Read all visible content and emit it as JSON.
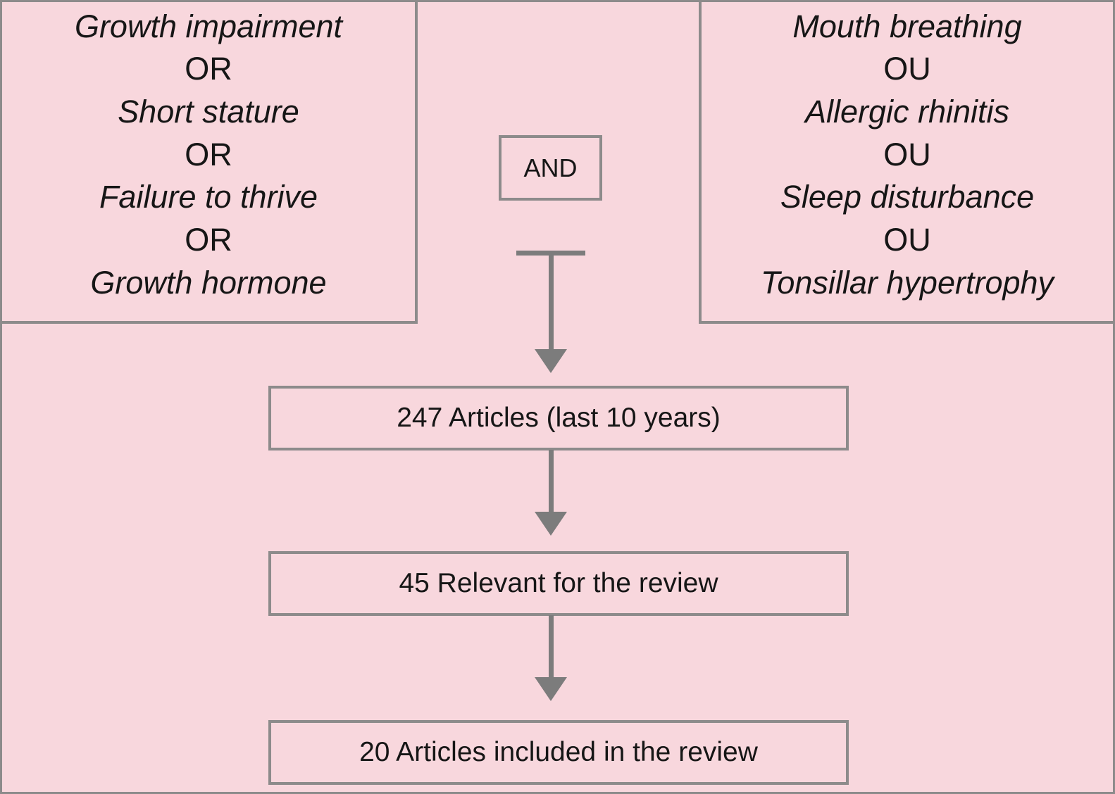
{
  "diagram": {
    "title_semantic": "Literature search flow diagram",
    "colors": {
      "background": "#f8d7dd",
      "box_border": "#8d8b8b",
      "arrow": "#7c7c7c",
      "text": "#161616"
    },
    "left_criteria_box": {
      "lines": [
        "Growth impairment",
        "OR",
        "Short stature",
        "OR",
        "Failure to thrive",
        "OR",
        "Growth hormone"
      ]
    },
    "right_criteria_box": {
      "lines": [
        "Mouth breathing",
        "OU",
        "Allergic rhinitis",
        "OU",
        "Sleep disturbance",
        "OU",
        "Tonsillar hypertrophy"
      ]
    },
    "operator_box": {
      "label": "AND"
    },
    "flow_boxes": [
      {
        "label": "247 Articles (last 10 years)"
      },
      {
        "label": "45 Relevant for the review"
      },
      {
        "label": "20 Articles included in the review"
      }
    ]
  }
}
